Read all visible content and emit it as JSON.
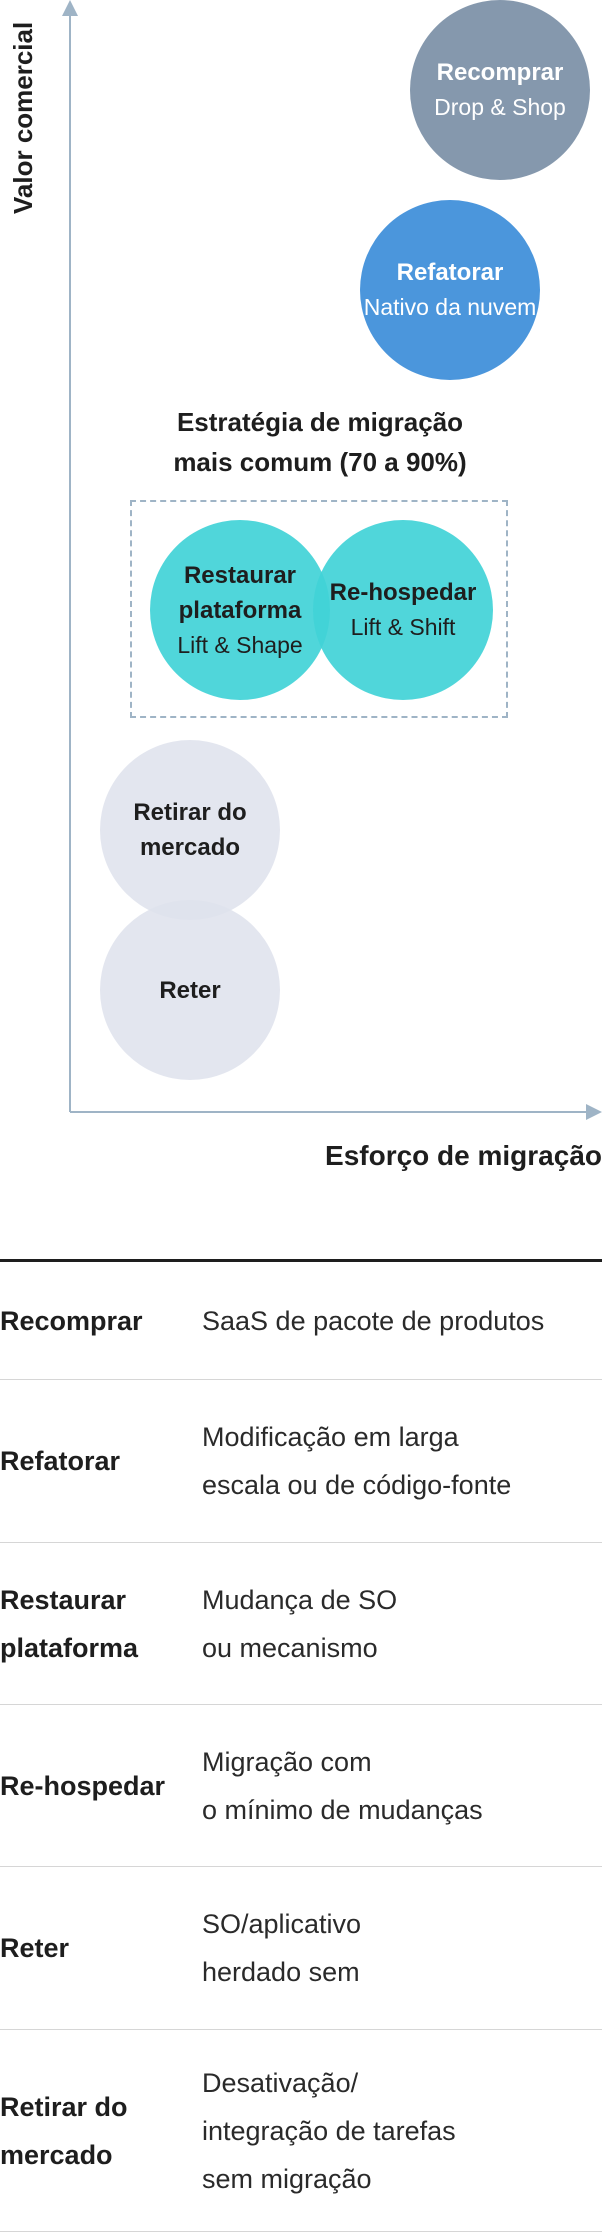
{
  "diagram": {
    "y_axis_label": "Valor comercial",
    "x_axis_label": "Esforço de migração",
    "common_strategy_label_line1": "Estratégia de migração",
    "common_strategy_label_line2": "mais comum (70 a 90%)",
    "circles": {
      "recomprar": {
        "title": "Recomprar",
        "subtitle": "Drop & Shop"
      },
      "refatorar": {
        "title": "Refatorar",
        "subtitle": "Nativo da nuvem"
      },
      "restaurar": {
        "title_line1": "Restaurar",
        "title_line2": "plataforma",
        "subtitle": "Lift & Shape"
      },
      "rehospedar": {
        "title": "Re-hospedar",
        "subtitle": "Lift & Shift"
      },
      "retirar": {
        "title_line1": "Retirar do",
        "title_line2": "mercado"
      },
      "reter": {
        "title": "Reter"
      }
    },
    "colors": {
      "recomprar": "#8598ad",
      "refatorar": "#4b96dc",
      "teal": "#41d2d7",
      "gray": "#dee2ec",
      "axis": "#9fb4c6"
    }
  },
  "table": {
    "rows": [
      {
        "term_lines": [
          "Recomprar"
        ],
        "desc_lines": [
          "SaaS de pacote de produtos"
        ]
      },
      {
        "term_lines": [
          "Refatorar"
        ],
        "desc_lines": [
          "Modificação em larga",
          "escala ou de código-fonte"
        ]
      },
      {
        "term_lines": [
          "Restaurar",
          "plataforma"
        ],
        "desc_lines": [
          "Mudança de SO",
          "ou mecanismo"
        ]
      },
      {
        "term_lines": [
          "Re-hospedar"
        ],
        "desc_lines": [
          "Migração com",
          "o mínimo de mudanças"
        ]
      },
      {
        "term_lines": [
          "Reter"
        ],
        "desc_lines": [
          "SO/aplicativo",
          "herdado sem"
        ]
      },
      {
        "term_lines": [
          "Retirar do",
          "mercado"
        ],
        "desc_lines": [
          "Desativação/",
          "integração de tarefas",
          "sem migração"
        ]
      }
    ]
  }
}
